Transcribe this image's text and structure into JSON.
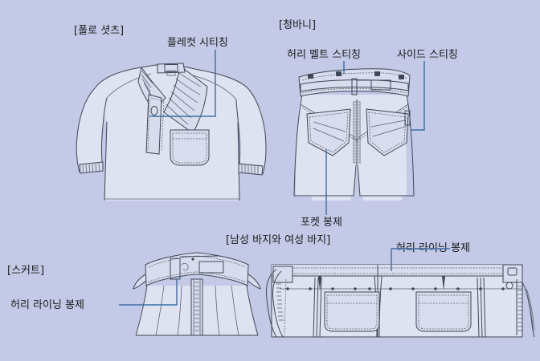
{
  "page": {
    "background_color": "#c3c9e6",
    "garment_fill_color": "#dfe2f0",
    "ink_color": "#3d4756",
    "leader_color": "#3a6ea5",
    "language": "ko"
  },
  "sections": [
    {
      "id": "polo-shirt",
      "heading": "[폴로 셧츠]",
      "annotations": [
        {
          "id": "placket-stitching",
          "label": "플레컷 시티칭"
        }
      ]
    },
    {
      "id": "jeans",
      "heading": "[청바니]",
      "annotations": [
        {
          "id": "waist-belt-stitching",
          "label": "허리 벨트 스티칭"
        },
        {
          "id": "side-stitching",
          "label": "사이드 스티칭"
        },
        {
          "id": "pocket-sewing",
          "label": "포켓 봉제"
        }
      ]
    },
    {
      "id": "skirt",
      "heading": "[스커트]",
      "annotations": [
        {
          "id": "waist-lining-sewing",
          "label": "허리 라이닝 봉제"
        }
      ]
    },
    {
      "id": "mens-womens-pants",
      "heading": "[남성 바지와 여성 바지]",
      "annotations": [
        {
          "id": "waist-lining-sewing-pants",
          "label": "허리 라이닝 봉제"
        }
      ]
    }
  ]
}
